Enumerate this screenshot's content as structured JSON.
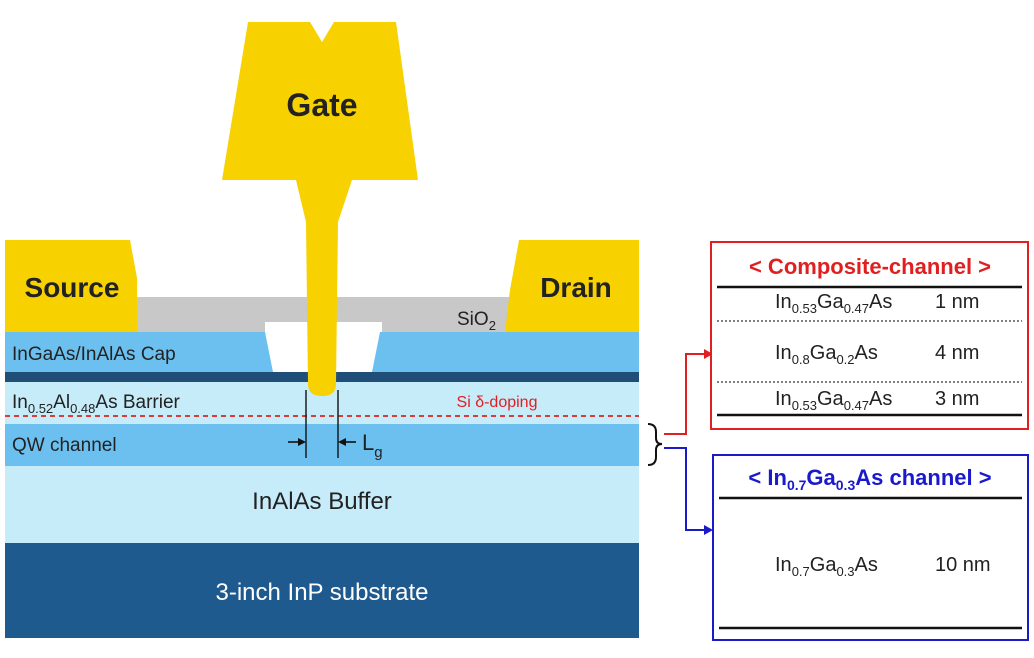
{
  "device": {
    "gate": "Gate",
    "source": "Source",
    "drain": "Drain",
    "sio2": {
      "base": "SiO",
      "sub": "2"
    },
    "cap": "InGaAs/InAlAs Cap",
    "barrier": {
      "p1": "In",
      "s1": "0.52",
      "p2": "Al",
      "s2": "0.48",
      "p3": "As Barrier"
    },
    "si_doping": "Si δ-doping",
    "qw_channel": "QW channel",
    "lg": {
      "base": "L",
      "sub": "g"
    },
    "buffer": "InAlAs Buffer",
    "substrate": "3-inch InP substrate"
  },
  "composite": {
    "title": "< Composite-channel >",
    "rows": [
      {
        "p1": "In",
        "s1": "0.53",
        "p2": "Ga",
        "s2": "0.47",
        "p3": "As",
        "thickness": "1 nm"
      },
      {
        "p1": "In",
        "s1": "0.8",
        "p2": "Ga",
        "s2": "0.2",
        "p3": "As",
        "thickness": "4 nm"
      },
      {
        "p1": "In",
        "s1": "0.53",
        "p2": "Ga",
        "s2": "0.47",
        "p3": "As",
        "thickness": "3 nm"
      }
    ],
    "color": "#e02020"
  },
  "ingaas": {
    "title": {
      "p0": "< ",
      "p1": "In",
      "s1": "0.7",
      "p2": "Ga",
      "s2": "0.3",
      "p3": "As channel >"
    },
    "row": {
      "p1": "In",
      "s1": "0.7",
      "p2": "Ga",
      "s2": "0.3",
      "p3": "As",
      "thickness": "10 nm"
    },
    "color": "#1a1acc"
  },
  "colors": {
    "gold": "#f7d100",
    "sio2": "#c8c8c8",
    "cap": "#6cc0ef",
    "dark_band": "#1f4e79",
    "barrier": "#c6ecfa",
    "qw": "#6cc0ef",
    "buffer": "#c6ecfa",
    "substrate": "#1f5a8f",
    "doping_line": "#e02020"
  }
}
